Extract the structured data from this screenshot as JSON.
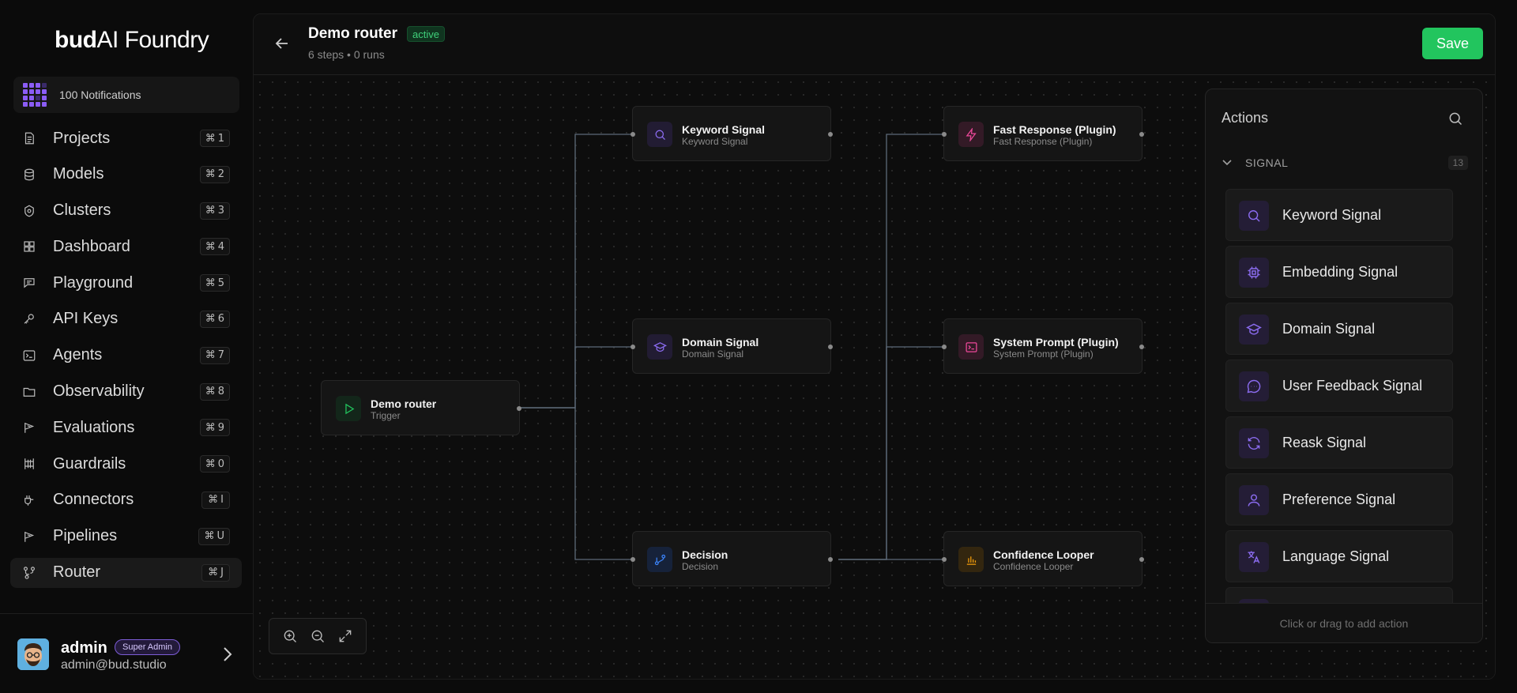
{
  "brand": {
    "bold": "bud",
    "rest": "AI Foundry"
  },
  "notifications": {
    "label": "100 Notifications"
  },
  "nav": [
    {
      "label": "Projects",
      "key": "1",
      "icon": "document-icon"
    },
    {
      "label": "Models",
      "key": "2",
      "icon": "database-icon"
    },
    {
      "label": "Clusters",
      "key": "3",
      "icon": "cluster-icon"
    },
    {
      "label": "Dashboard",
      "key": "4",
      "icon": "grid-icon"
    },
    {
      "label": "Playground",
      "key": "5",
      "icon": "chat-edit-icon"
    },
    {
      "label": "API Keys",
      "key": "6",
      "icon": "key-icon"
    },
    {
      "label": "Agents",
      "key": "7",
      "icon": "terminal-icon"
    },
    {
      "label": "Observability",
      "key": "8",
      "icon": "folder-icon"
    },
    {
      "label": "Evaluations",
      "key": "9",
      "icon": "flag-icon"
    },
    {
      "label": "Guardrails",
      "key": "0",
      "icon": "barrier-icon"
    },
    {
      "label": "Connectors",
      "key": "I",
      "icon": "plug-icon"
    },
    {
      "label": "Pipelines",
      "key": "U",
      "icon": "flag-icon"
    },
    {
      "label": "Router",
      "key": "J",
      "icon": "router-icon"
    }
  ],
  "cmd_symbol": "⌘",
  "user": {
    "name": "admin",
    "role": "Super Admin",
    "email": "admin@bud.studio"
  },
  "header": {
    "title": "Demo router",
    "status": "active",
    "subtitle": "6 steps • 0 runs",
    "save_label": "Save"
  },
  "nodes": {
    "trigger": {
      "title": "Demo router",
      "sub": "Trigger"
    },
    "keyword": {
      "title": "Keyword Signal",
      "sub": "Keyword Signal"
    },
    "domain": {
      "title": "Domain Signal",
      "sub": "Domain Signal"
    },
    "decision": {
      "title": "Decision",
      "sub": "Decision"
    },
    "fast": {
      "title": "Fast Response (Plugin)",
      "sub": "Fast Response (Plugin)"
    },
    "sysprompt": {
      "title": "System Prompt (Plugin)",
      "sub": "System Prompt (Plugin)"
    },
    "looper": {
      "title": "Confidence Looper",
      "sub": "Confidence Looper"
    }
  },
  "actions": {
    "title": "Actions",
    "section": {
      "title": "SIGNAL",
      "count": "13"
    },
    "items": [
      {
        "label": "Keyword Signal",
        "icon": "search-icon"
      },
      {
        "label": "Embedding Signal",
        "icon": "chip-icon"
      },
      {
        "label": "Domain Signal",
        "icon": "graduation-cap-icon"
      },
      {
        "label": "User Feedback Signal",
        "icon": "message-icon"
      },
      {
        "label": "Reask Signal",
        "icon": "refresh-icon"
      },
      {
        "label": "Preference Signal",
        "icon": "user-icon"
      },
      {
        "label": "Language Signal",
        "icon": "translate-icon"
      }
    ],
    "footer": "Click or drag to add action"
  },
  "colors": {
    "accent": "#22c55e",
    "purple": "#8b5cf6",
    "pink": "#ec4899",
    "orange": "#f59e0b",
    "blue": "#3b82f6"
  }
}
